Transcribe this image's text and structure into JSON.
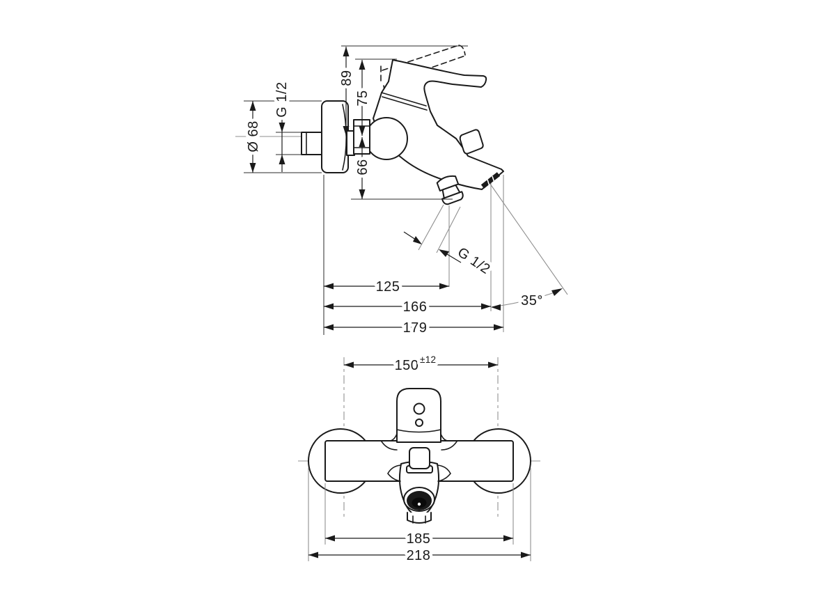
{
  "page": {
    "background": "#ffffff"
  },
  "diagram": {
    "kind": "technical dimension drawing",
    "subject": "wall-mounted single-lever bath and shower mixer, side view and front view",
    "colors": {
      "object_line": "#1a1a1a",
      "extension_line": "#8f8f8f",
      "background": "#ffffff"
    },
    "side_view": {
      "dims": {
        "height_overall": "89",
        "height_to_lever": "75",
        "axis_to_shower_outlet": "66",
        "wall_thread": "G 1/2",
        "escutcheon_diameter": "Ø 68",
        "projection_outlet": "125",
        "projection_spout": "166",
        "projection_total": "179",
        "spout_angle": "35°",
        "outlet_thread": "G 1/2"
      }
    },
    "front_view": {
      "dims": {
        "connection_centers": "150",
        "connection_tolerance": "±12",
        "body_width": "185",
        "overall_width": "218"
      }
    }
  }
}
